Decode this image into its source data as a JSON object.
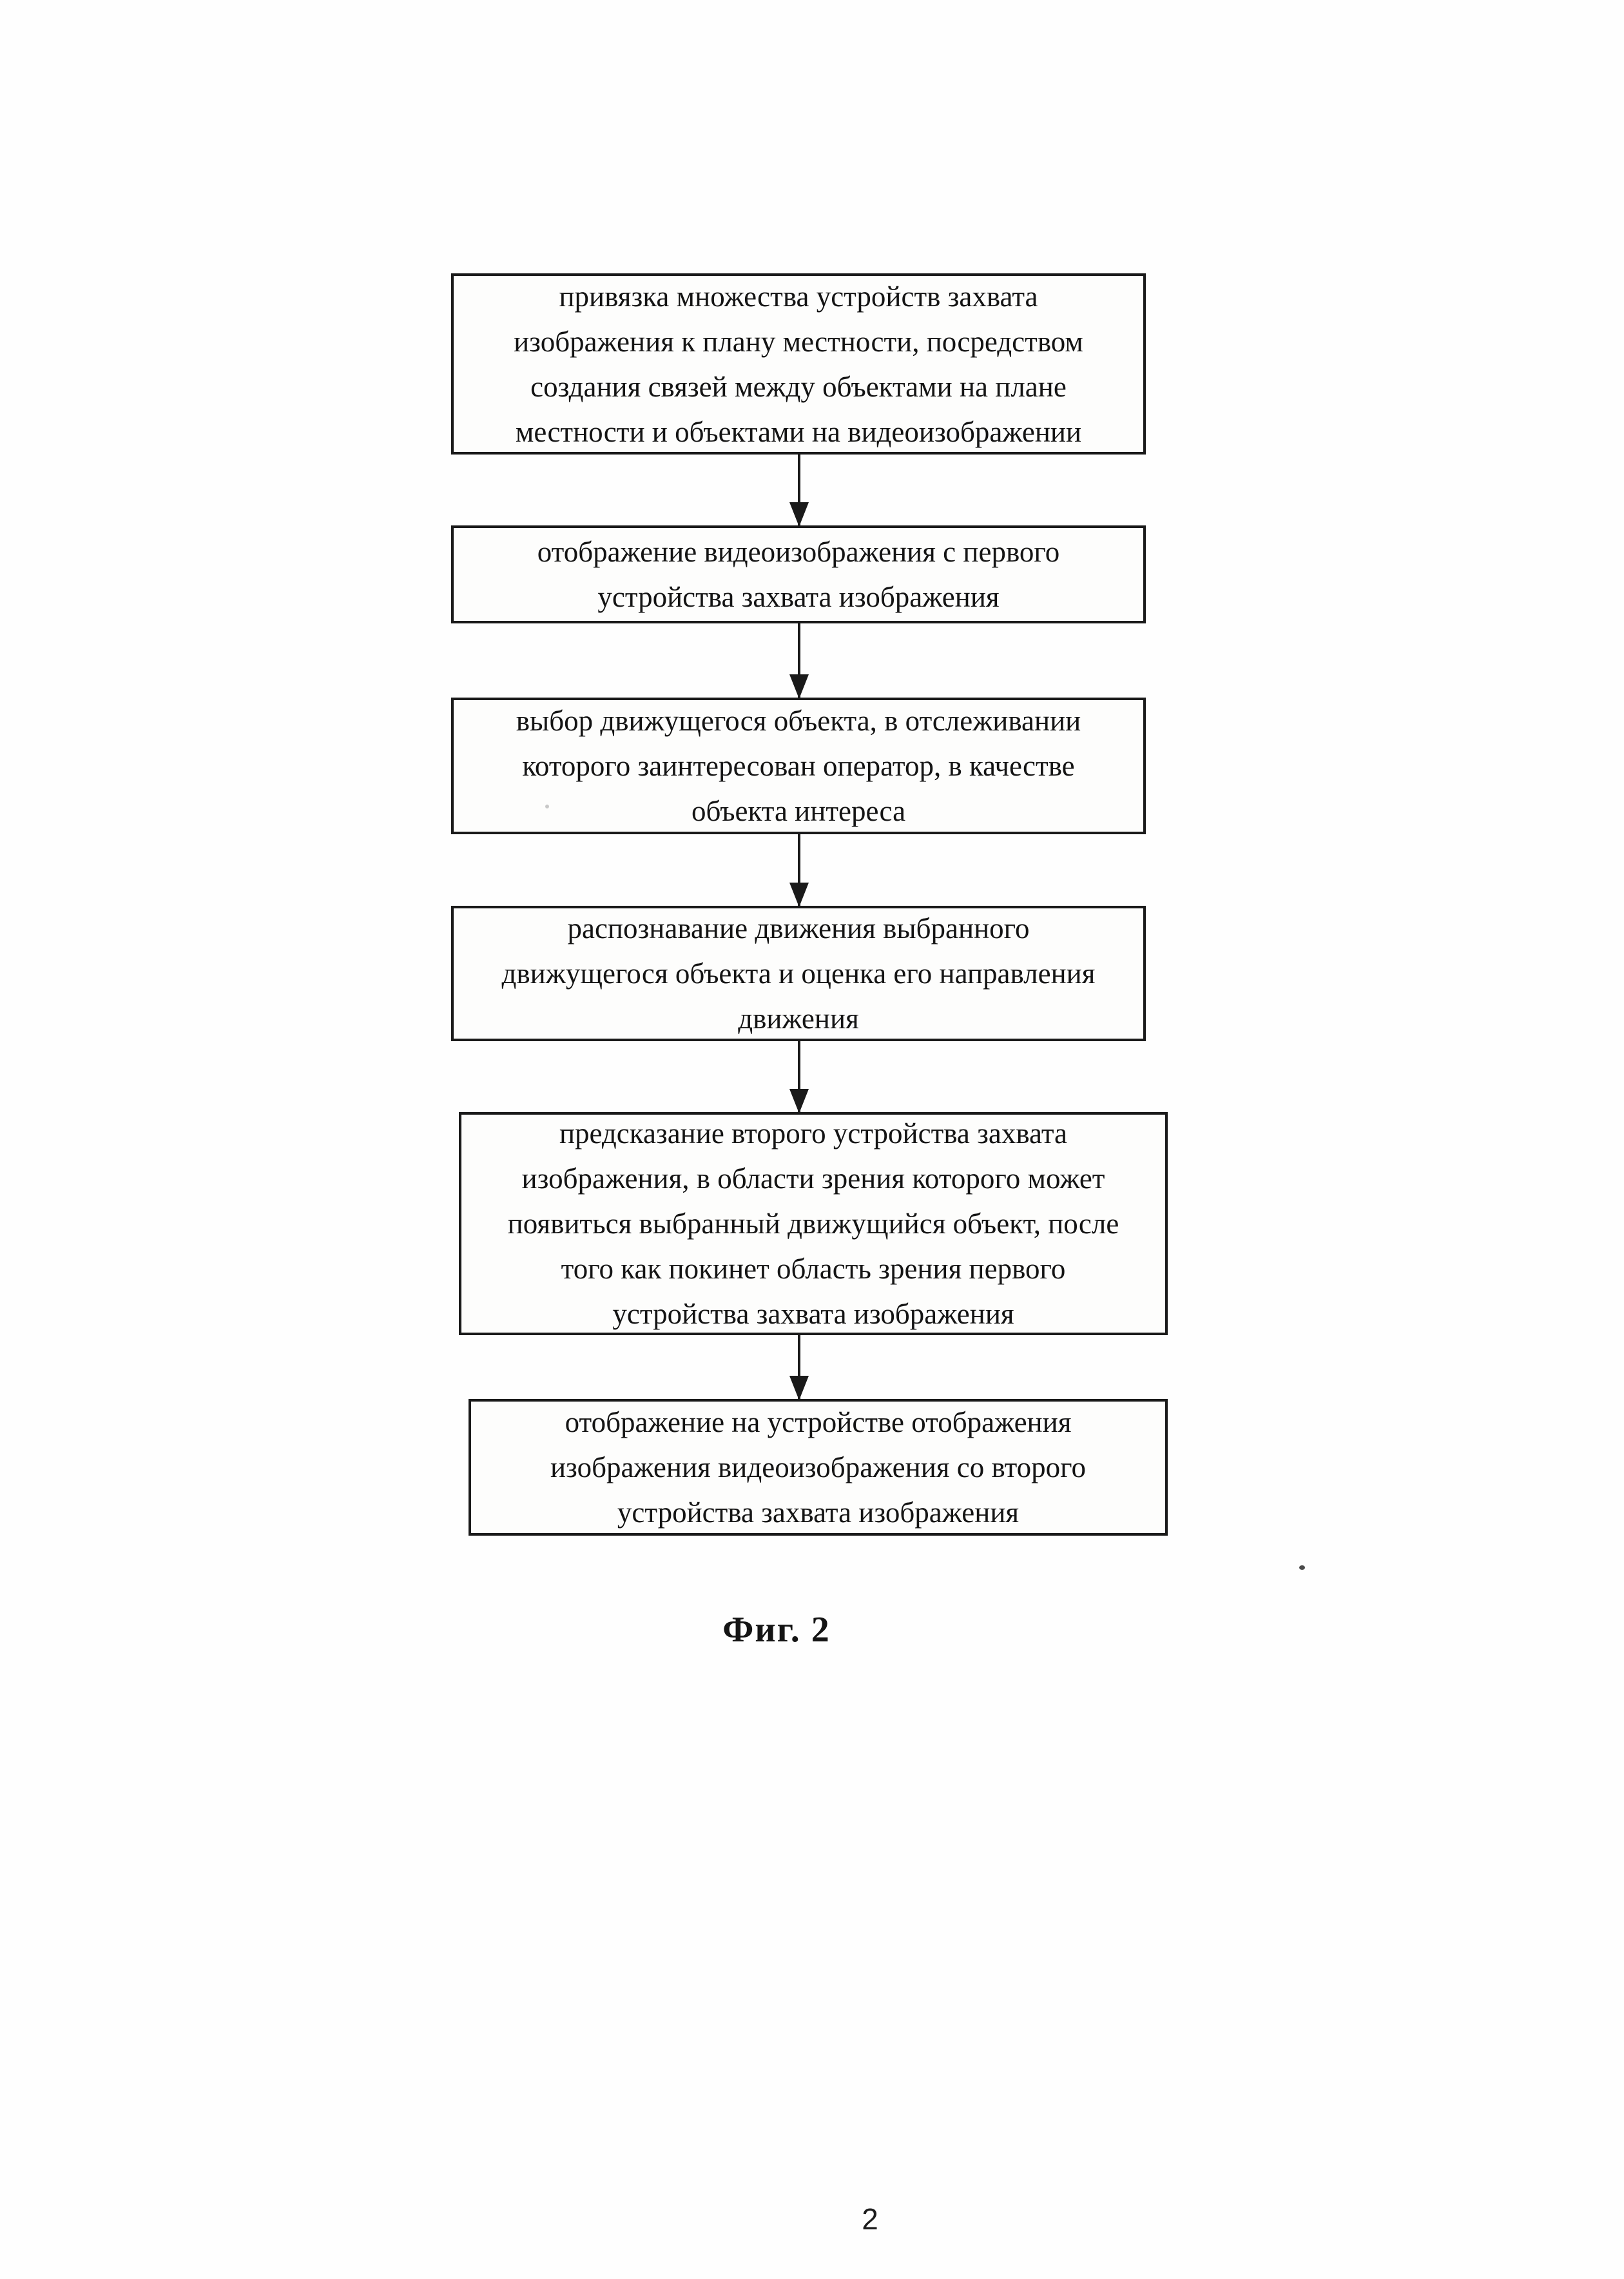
{
  "page": {
    "figure_caption": "Фиг. 2",
    "page_number": "2"
  },
  "flowchart": {
    "type": "vertical-flow",
    "ink_color": "#1a1a1a",
    "paper_color": "#fefefe",
    "boxes": [
      {
        "step": 1,
        "text": "привязка множества устройств захвата\nизображения к плану местности, посредством\nсоздания связей между объектами на плане\nместности и объектами на видеоизображении"
      },
      {
        "step": 2,
        "text": "отображение видеоизображения с первого\nустройства захвата изображения"
      },
      {
        "step": 3,
        "text": "выбор движущегося объекта, в отслеживании\nкоторого заинтересован оператор, в качестве\nобъекта интереса"
      },
      {
        "step": 4,
        "text": "распознавание движения выбранного\nдвижущегося объекта и оценка его направления\nдвижения"
      },
      {
        "step": 5,
        "text": "предсказание второго устройства захвата\nизображения, в области зрения которого может\nпоявиться выбранный движущийся объект, после\nтого как покинет область зрения первого\nустройства захвата изображения"
      },
      {
        "step": 6,
        "text": "отображение на устройстве отображения\nизображения видеоизображения со второго\nустройства захвата изображения"
      }
    ],
    "connectors": [
      {
        "from": 1,
        "to": 2
      },
      {
        "from": 2,
        "to": 3
      },
      {
        "from": 3,
        "to": 4
      },
      {
        "from": 4,
        "to": 5
      },
      {
        "from": 5,
        "to": 6
      }
    ]
  }
}
